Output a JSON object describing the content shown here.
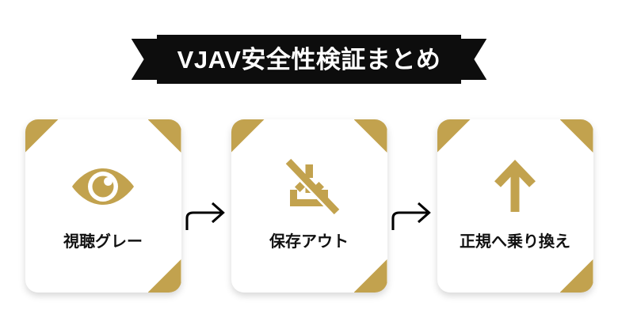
{
  "background_color": "#ffffff",
  "banner": {
    "title": "VJAV安全性検証まとめ",
    "background_color": "#0d0d0d",
    "text_color": "#ffffff",
    "shape": "ribbon"
  },
  "accent_color": "#C2A24E",
  "cards": [
    {
      "icon": "eye-icon",
      "label": "視聴グレー",
      "icon_color": "#C2A24E",
      "label_color": "#111111"
    },
    {
      "icon": "download-off-icon",
      "label": "保存アウト",
      "icon_color": "#C2A24E",
      "label_color": "#111111"
    },
    {
      "icon": "arrow-up-icon",
      "label": "正規へ乗り換え",
      "icon_color": "#C2A24E",
      "label_color": "#111111"
    }
  ],
  "connectors": [
    {
      "icon": "curved-arrow-right-icon",
      "color": "#000000"
    },
    {
      "icon": "curved-arrow-right-icon",
      "color": "#000000"
    }
  ]
}
